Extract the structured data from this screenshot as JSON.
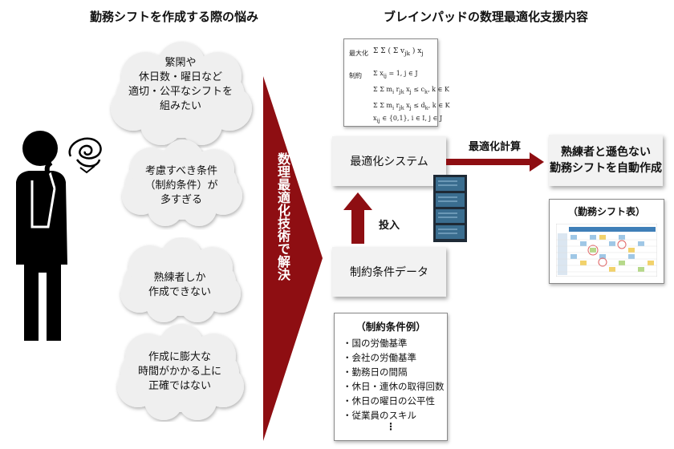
{
  "left_title": "勤務シフトを作成する際の悩み",
  "right_title": "ブレインパッドの数理最適化支援内容",
  "worries": [
    "繁閑や\n休日数・曜日など\n適切・公平なシフトを\n組みたい",
    "考慮すべき条件\n（制約条件）が\n多すぎる",
    "熟練者しか\n作成できない",
    "作成に膨大な\n時間がかかる上に\n正確ではない"
  ],
  "solution_arrow_text": "数理最適化技術で解決",
  "formula": {
    "maximize_label": "最大化",
    "subject_to_label": "制約"
  },
  "optimization_system_label": "最適化システム",
  "constraint_data_label": "制約条件データ",
  "input_label": "投入",
  "compute_label": "最適化計算",
  "result_label": "熟練者と遜色ない\n勤務シフトを自動作成",
  "shift_table_title": "（勤務シフト表）",
  "constraint_examples": {
    "title": "（制約条件例）",
    "items": [
      "・国の労働基準",
      "・会社の労働基準",
      "・勤務日の間隔",
      "・休日・連休の取得回数",
      "・休日の曜日の公平性",
      "・従業員のスキル"
    ],
    "more": "⋮"
  },
  "colors": {
    "arrow_red": "#8e0e12",
    "server_blue": "#3a6d8f",
    "box_gray": "#f2f2f2"
  }
}
